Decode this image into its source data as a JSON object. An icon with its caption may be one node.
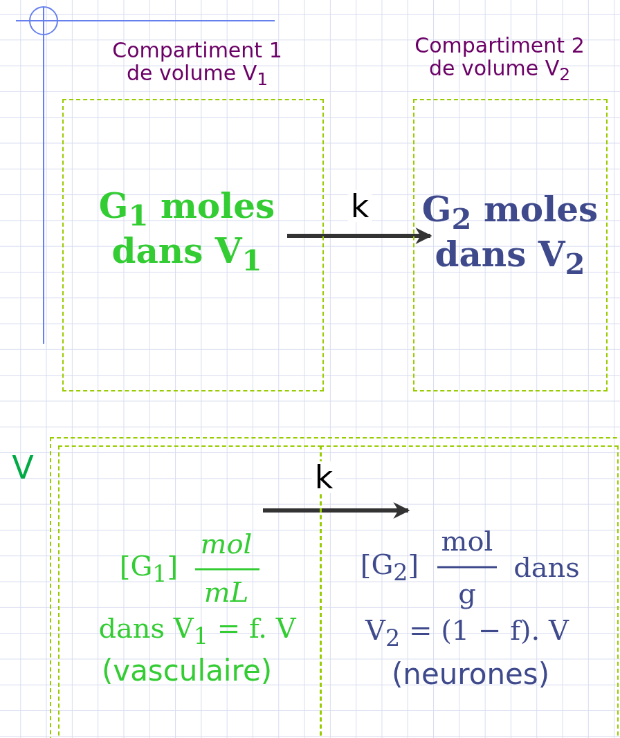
{
  "diagram": {
    "nodes": [
      {
        "text": [
          "Compartiment 1 de volume V$_{1}$",
          "G$_{1}$ moles dans V$_{1}$"
        ]
      },
      {
        "text": [
          "Compartiment 2 de volume V$_{2}$",
          "G$_{2}$ moles dans V$_{2}$"
        ]
      },
      {
        "text": [
          "V"
        ]
      },
      {
        "text": [
          "[G$_{1}$]",
          "mol",
          "mL",
          "dans V$_{1}$ = f. V",
          "(vasculaire)"
        ],
        "in": 2
      },
      {
        "text": [
          "[G$_{2}$]",
          "mol",
          "g",
          "dans",
          "V$_{2}$ = (1 − f). V",
          "(neurones)"
        ],
        "in": 2
      }
    ],
    "edges": [
      {
        "from": 0,
        "to": 1,
        "arrow": "to",
        "label": "k"
      },
      {
        "from": 3,
        "to": 4,
        "arrow": "to",
        "label": "k"
      }
    ]
  }
}
